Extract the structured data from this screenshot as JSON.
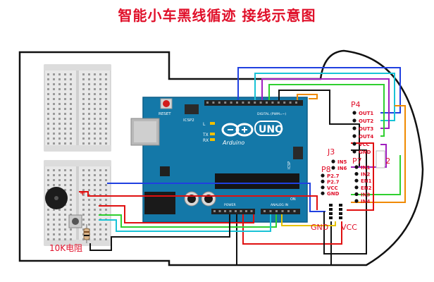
{
  "title": "智能小车黑线循迹 接线示意图",
  "colors": {
    "title": "#e0102a",
    "board": "#1478a8",
    "board_dark": "#0d5f88",
    "wire_black": "#111111",
    "wire_red": "#e01010",
    "wire_blue": "#2040e0",
    "wire_cyan": "#19c3d6",
    "wire_green": "#2fd02f",
    "wire_purple": "#a020c0",
    "wire_orange": "#f08a00",
    "wire_yellow": "#e7c200"
  },
  "arduino": {
    "logo_label": "UNO",
    "brand": "Arduino",
    "reset": "RESET",
    "icsp2": "ICSP2",
    "icsp": "ICSP",
    "led_l": "L",
    "led_tx": "TX",
    "led_rx": "RX",
    "digital_label": "DIGITAL (PWM=~)",
    "power_label": "POWER",
    "analog_label": "ANALOG IN",
    "on_label": "ON"
  },
  "labels": {
    "p4": "P4",
    "p7": "P7",
    "p8": "P8",
    "j2": "J2",
    "j3": "J3",
    "gnd": "GND",
    "vcc": "VCC",
    "resistor": "10K电阻",
    "plus": "+"
  },
  "p4_pins": [
    "OUT1",
    "OUT2",
    "OUT3",
    "OUT4",
    "VCC",
    "GND"
  ],
  "p7_pins": [
    "IN1",
    "IN2",
    "EN1",
    "EN2",
    "IN3",
    "IN4"
  ],
  "j3_pins": [
    "IN5",
    "IN6"
  ],
  "p8_pins": [
    "P2.7",
    "P2.7",
    "VCC",
    "GND"
  ]
}
